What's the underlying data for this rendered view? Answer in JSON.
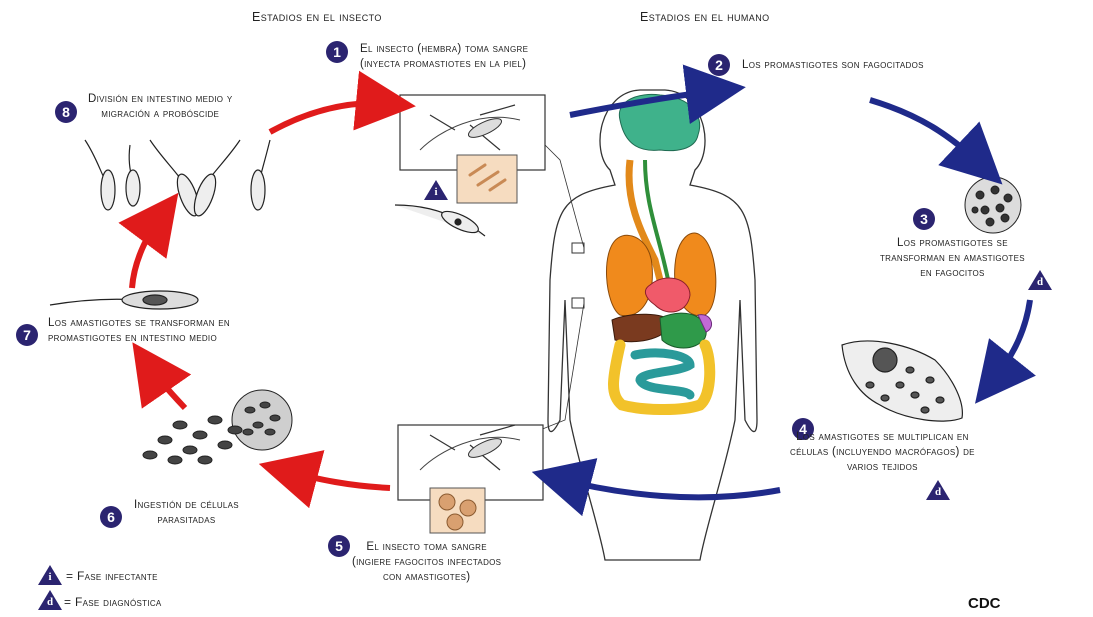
{
  "titles": {
    "insect_stages": "Estadios en el insecto",
    "human_stages": "Estadios en el humano"
  },
  "steps": [
    {
      "num": "1",
      "text": "El insecto (hembra) toma sangre\n(inyecta promastiotes en la piel)"
    },
    {
      "num": "2",
      "text": "Los promastigotes son fagocitados"
    },
    {
      "num": "3",
      "text": "Los promastigotes se\ntransforman en amastigotes\nen fagocitos"
    },
    {
      "num": "4",
      "text": "Los amastigotes se multiplican en\ncélulas (incluyendo macrófagos) de\nvarios tejidos"
    },
    {
      "num": "5",
      "text": "El insecto toma sangre\n(ingiere fagocitos infectados\ncon amastigotes)"
    },
    {
      "num": "6",
      "text": "Ingestión de células\nparasitadas"
    },
    {
      "num": "7",
      "text": "Los amastigotes se transforman en\npromastigotes en intestino medio"
    },
    {
      "num": "8",
      "text": "División en intestino medio y\nmigración a probóscide"
    }
  ],
  "markers": {
    "infective": "i",
    "diagnostic": "d"
  },
  "legend": {
    "infective_label": "= Fase infectante",
    "diagnostic_label": "= Fase diagnóstica"
  },
  "source": "CDC",
  "colors": {
    "human_arrows": "#1f2a8a",
    "insect_arrows": "#e01b1b",
    "badge": "#2b2470"
  }
}
